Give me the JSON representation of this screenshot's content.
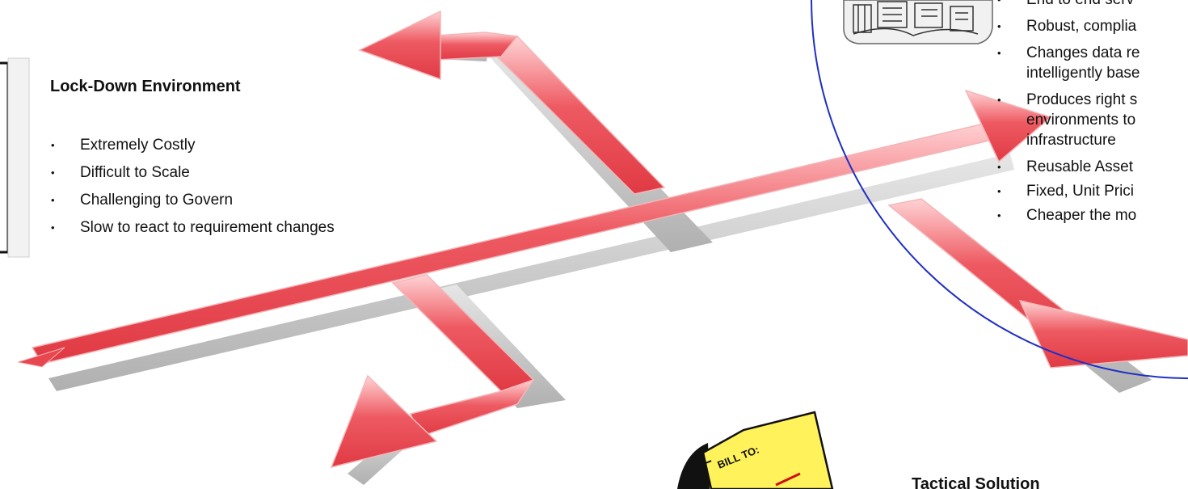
{
  "left_box": {
    "heading": "Lock-Down Environment",
    "bullets": [
      "Extremely Costly",
      "Difficult to Scale",
      "Challenging to Govern",
      "Slow to react to requirement changes"
    ]
  },
  "right_box": {
    "bullets": [
      "End to end serv",
      "Robust, complia",
      "Changes data re\nintelligently base",
      "Produces right s\nenvironments to\ninfrastructure",
      "Reusable Asset",
      "Fixed, Unit Prici",
      "Cheaper the mo"
    ]
  },
  "bottom": {
    "heading": "Tactical Solution",
    "bill_label": "BILL TO:"
  },
  "colors": {
    "arrow": "#e8474f",
    "arrow_light": "#f5a3a6",
    "shadow": "#9a9a9a",
    "circle": "#1f2fc4",
    "note": "#fff25a"
  }
}
